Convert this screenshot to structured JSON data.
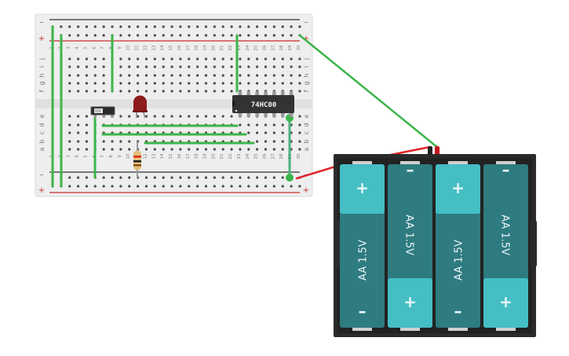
{
  "breadboard": {
    "rail_minus_label": "–",
    "rail_plus_label": "+",
    "row_labels_top": [
      "j",
      "i",
      "h",
      "g",
      "f"
    ],
    "row_labels_bottom": [
      "e",
      "d",
      "c",
      "b",
      "a"
    ],
    "columns": [
      "1",
      "2",
      "3",
      "4",
      "5",
      "6",
      "7",
      "8",
      "9",
      "10",
      "11",
      "12",
      "13",
      "14",
      "15",
      "16",
      "17",
      "18",
      "19",
      "20",
      "21",
      "22",
      "23",
      "24",
      "25",
      "26",
      "27",
      "28",
      "29",
      "30"
    ],
    "colors": {
      "board": "#eeeeee",
      "gap": "#e2e2e2",
      "hole": "#4a4a4a",
      "rail_red": "#cc2b2b",
      "rail_black": "#333333"
    }
  },
  "components": {
    "ic": {
      "label": "74HC00",
      "color": "#333333"
    },
    "led": {
      "color": "#8e1b1b"
    },
    "resistor": {
      "bands": [
        "#d8281e",
        "#1a1a1a",
        "#8a4b1e"
      ]
    },
    "switch": {
      "color": "#2a2a2a"
    }
  },
  "wires": {
    "color_green": "#3cb54a",
    "color_red": "#e0252b"
  },
  "battery_pack": {
    "cells": [
      {
        "label": "AA 1.5V",
        "plus": "+",
        "minus": "–",
        "orientation": "plus-top"
      },
      {
        "label": "AA 1.5V",
        "plus": "+",
        "minus": "–",
        "orientation": "plus-bottom"
      },
      {
        "label": "AA 1.5V",
        "plus": "+",
        "minus": "–",
        "orientation": "plus-top"
      },
      {
        "label": "AA 1.5V",
        "plus": "+",
        "minus": "–",
        "orientation": "plus-bottom"
      }
    ],
    "colors": {
      "case": "#2b2b2b",
      "cell_dark": "#2e7b80",
      "cell_light": "#45bec4",
      "contact": "#cfcfcf"
    }
  }
}
